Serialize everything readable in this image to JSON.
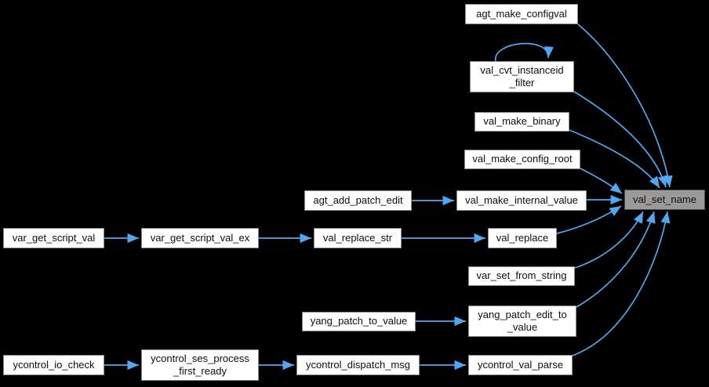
{
  "diagram": {
    "type": "call-graph",
    "background_color": "#000000",
    "edge_color": "#52a7f0",
    "node_fill": "#ffffff",
    "node_border": "#8a8a8a",
    "focus_node_fill": "#9a9a9a",
    "focus_node_border": "#4f4f4f",
    "focus_node": "val_set_name",
    "nodes": [
      {
        "label": "agt_make_configval"
      },
      {
        "label": "val_cvt_instanceid\n_filter"
      },
      {
        "label": "val_make_binary"
      },
      {
        "label": "val_make_config_root"
      },
      {
        "label": "agt_add_patch_edit"
      },
      {
        "label": "val_make_internal_value"
      },
      {
        "label": "val_set_name",
        "focus": true
      },
      {
        "label": "var_get_script_val"
      },
      {
        "label": "var_get_script_val_ex"
      },
      {
        "label": "val_replace_str"
      },
      {
        "label": "val_replace"
      },
      {
        "label": "var_set_from_string"
      },
      {
        "label": "yang_patch_to_value"
      },
      {
        "label": "yang_patch_edit_to\n_value"
      },
      {
        "label": "ycontrol_io_check"
      },
      {
        "label": "ycontrol_ses_process\n_first_ready"
      },
      {
        "label": "ycontrol_dispatch_msg"
      },
      {
        "label": "ycontrol_val_parse"
      }
    ],
    "edges": [
      {
        "from": "agt_make_configval",
        "to": "val_set_name"
      },
      {
        "from": "val_cvt_instanceid_filter",
        "to": "val_cvt_instanceid_filter"
      },
      {
        "from": "val_cvt_instanceid_filter",
        "to": "val_set_name"
      },
      {
        "from": "val_make_binary",
        "to": "val_set_name"
      },
      {
        "from": "val_make_config_root",
        "to": "val_set_name"
      },
      {
        "from": "agt_add_patch_edit",
        "to": "val_make_internal_value"
      },
      {
        "from": "val_make_internal_value",
        "to": "val_set_name"
      },
      {
        "from": "var_get_script_val",
        "to": "var_get_script_val_ex"
      },
      {
        "from": "var_get_script_val_ex",
        "to": "val_replace_str"
      },
      {
        "from": "val_replace_str",
        "to": "val_replace"
      },
      {
        "from": "val_replace",
        "to": "val_set_name"
      },
      {
        "from": "var_set_from_string",
        "to": "val_set_name"
      },
      {
        "from": "yang_patch_to_value",
        "to": "yang_patch_edit_to_value"
      },
      {
        "from": "yang_patch_edit_to_value",
        "to": "val_set_name"
      },
      {
        "from": "ycontrol_io_check",
        "to": "ycontrol_ses_process_first_ready"
      },
      {
        "from": "ycontrol_ses_process_first_ready",
        "to": "ycontrol_dispatch_msg"
      },
      {
        "from": "ycontrol_dispatch_msg",
        "to": "ycontrol_val_parse"
      },
      {
        "from": "ycontrol_val_parse",
        "to": "val_set_name"
      }
    ]
  }
}
